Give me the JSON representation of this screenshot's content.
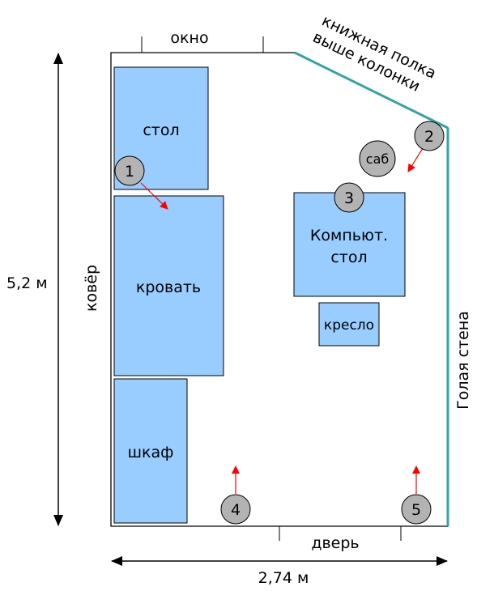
{
  "labels": {
    "window": "окно",
    "bookshelf_line1": "книжная полка",
    "bookshelf_line2": "выше колонки",
    "carpet": "ковёр",
    "bare_wall": "Голая стена",
    "door": "дверь",
    "height_dim": "5,2 м",
    "width_dim": "2,74 м"
  },
  "furniture": {
    "table": "стол",
    "bed": "кровать",
    "wardrobe": "шкаф",
    "computer_desk_line1": "Компьют.",
    "computer_desk_line2": "стол",
    "armchair": "кресло",
    "subwoofer": "саб"
  },
  "markers": [
    "1",
    "2",
    "3",
    "4",
    "5"
  ],
  "colors": {
    "furniture_fill": "#99ccff",
    "marker_fill": "#b3b3b3",
    "arrow": "#ff0000",
    "wall_accent": "#33a3a3"
  }
}
